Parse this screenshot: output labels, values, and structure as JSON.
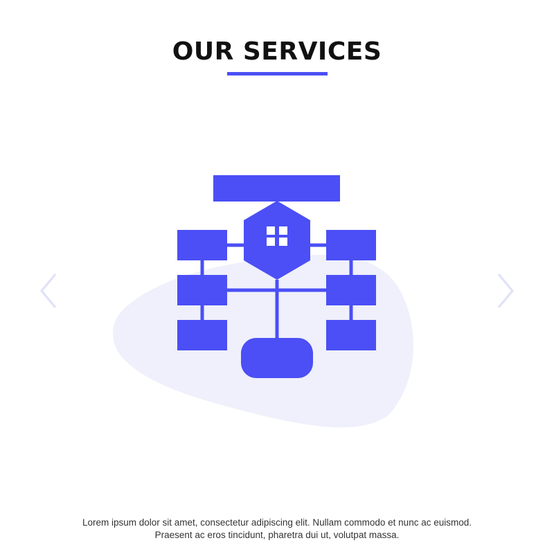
{
  "header": {
    "title": "Our Services"
  },
  "footer": {
    "line1": "Lorem ipsum dolor sit amet, consectetur adipiscing elit. Nullam commodo et nunc ac euismod.",
    "line2": "Praesent ac eros tincidunt, pharetra dui ut, volutpat massa."
  },
  "icon": {
    "name": "flowchart-icon"
  },
  "colors": {
    "accent": "#4b4ff5",
    "blob": "#eff0fb",
    "arrow": "#dfe1f7",
    "title": "#111111",
    "caption": "#333333"
  }
}
